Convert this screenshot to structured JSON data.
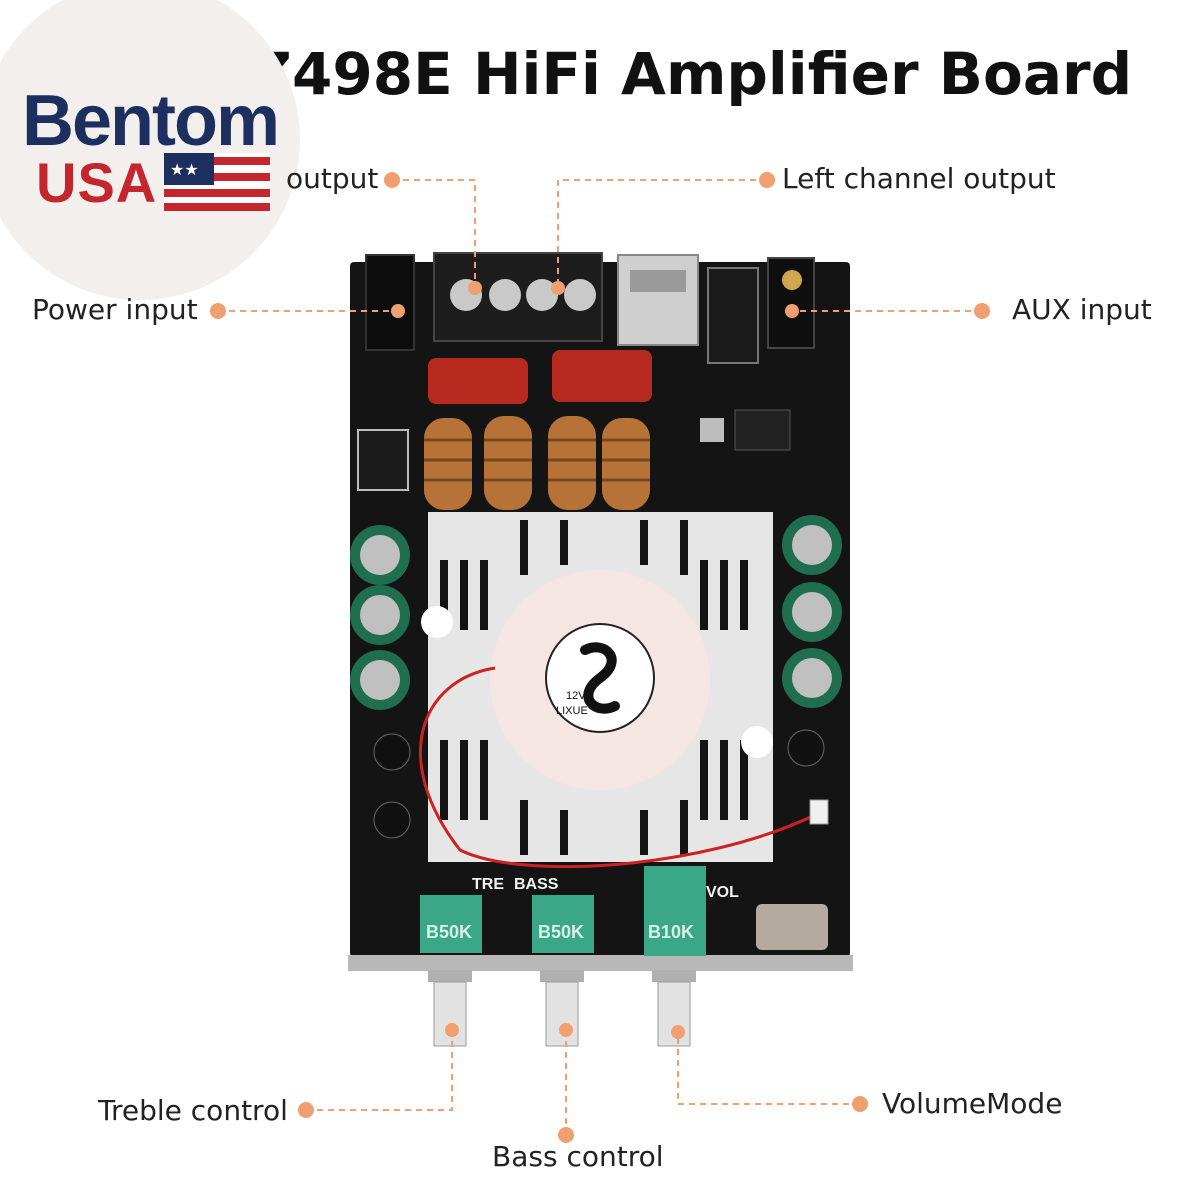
{
  "title": "Z498E HiFi Amplifier Board",
  "logo": {
    "brand": "Bentom",
    "country": "USA"
  },
  "callouts": {
    "right_channel_output": "output",
    "left_channel_output": "Left channel output",
    "power_input": "Power input",
    "aux_input": "AUX input",
    "treble_control": "Treble control",
    "bass_control": "Bass control",
    "volume_mode": "VolumeMode"
  },
  "board_markings": {
    "tre": "TRE",
    "bass": "BASS",
    "vol": "VOL",
    "pot_treble": "B50K",
    "pot_bass": "B50K",
    "pot_volume": "B10K",
    "fan_voltage": "12V",
    "fan_brand": "LIXUE"
  },
  "colors": {
    "accent_dot": "#f0a070",
    "pcb": "#141414",
    "pot_green": "#3aa886",
    "capacitor_red": "#b82a1f",
    "brand_blue": "#1c2f5e",
    "brand_red": "#c4262e"
  }
}
